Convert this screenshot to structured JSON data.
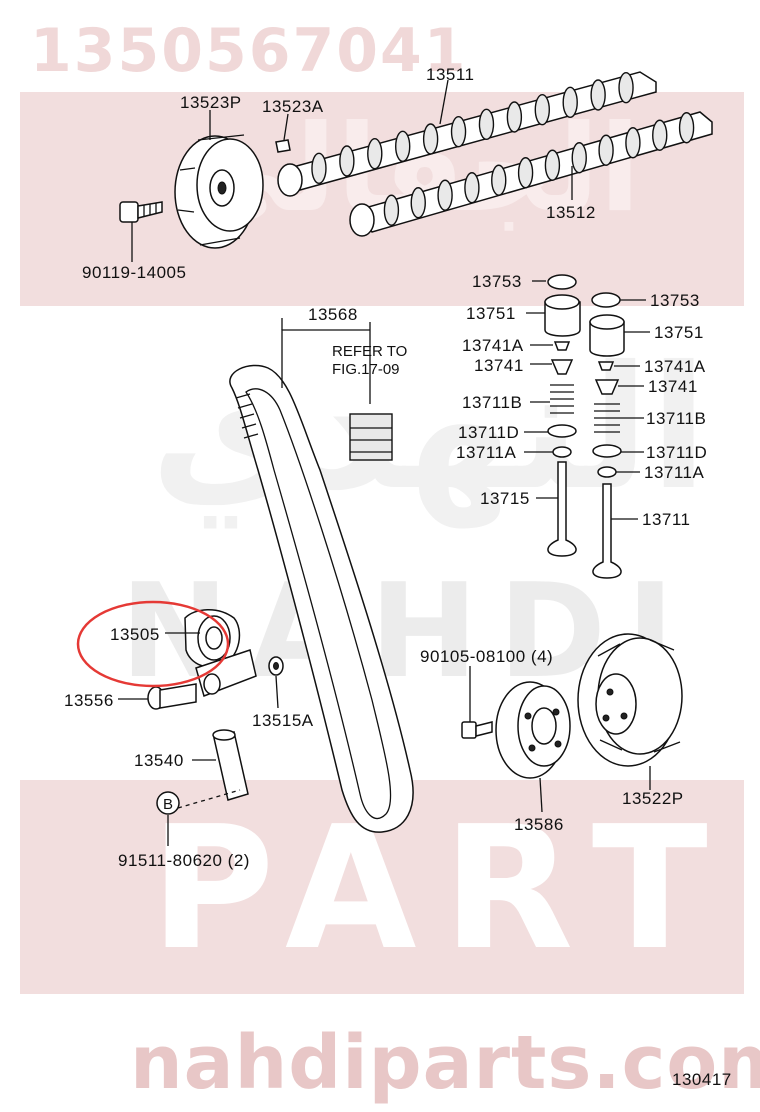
{
  "watermark": {
    "part_number": "1350567041",
    "arabic_top": "الجفالي",
    "arabic_mid": "النهدي",
    "nahdi": "NAHDI",
    "parts": "PARTS",
    "site": "nahdiparts.com"
  },
  "diagram": {
    "figure_id": "130417",
    "refer_note_line1": "REFER TO",
    "refer_note_line2": "FIG.17-09",
    "parts": [
      {
        "id": "p-13523P",
        "label": "13523P"
      },
      {
        "id": "p-13523A",
        "label": "13523A"
      },
      {
        "id": "p-13511",
        "label": "13511"
      },
      {
        "id": "p-13512",
        "label": "13512"
      },
      {
        "id": "p-90119-14005",
        "label": "90119-14005"
      },
      {
        "id": "p-13568",
        "label": "13568"
      },
      {
        "id": "p-13753-l",
        "label": "13753"
      },
      {
        "id": "p-13753-r",
        "label": "13753"
      },
      {
        "id": "p-13751-l",
        "label": "13751"
      },
      {
        "id": "p-13751-r",
        "label": "13751"
      },
      {
        "id": "p-13741A-l",
        "label": "13741A"
      },
      {
        "id": "p-13741A-r",
        "label": "13741A"
      },
      {
        "id": "p-13741-l",
        "label": "13741"
      },
      {
        "id": "p-13741-r",
        "label": "13741"
      },
      {
        "id": "p-13711B-l",
        "label": "13711B"
      },
      {
        "id": "p-13711B-r",
        "label": "13711B"
      },
      {
        "id": "p-13711D-l",
        "label": "13711D"
      },
      {
        "id": "p-13711D-r",
        "label": "13711D"
      },
      {
        "id": "p-13711A-l",
        "label": "13711A"
      },
      {
        "id": "p-13711A-r",
        "label": "13711A"
      },
      {
        "id": "p-13715",
        "label": "13715"
      },
      {
        "id": "p-13711",
        "label": "13711"
      },
      {
        "id": "p-13505",
        "label": "13505"
      },
      {
        "id": "p-13556",
        "label": "13556"
      },
      {
        "id": "p-13515A",
        "label": "13515A"
      },
      {
        "id": "p-90105-08100",
        "label": "90105-08100 (4)"
      },
      {
        "id": "p-13540",
        "label": "13540"
      },
      {
        "id": "p-B",
        "label": "B"
      },
      {
        "id": "p-91511-80620",
        "label": "91511-80620 (2)"
      },
      {
        "id": "p-13586",
        "label": "13586"
      },
      {
        "id": "p-13522P",
        "label": "13522P"
      }
    ],
    "highlight": {
      "part": "13505",
      "color": "#e53935"
    },
    "colors": {
      "ink": "#111111",
      "watermark_band": "#f2dede",
      "watermark_text": "#e8c7c7"
    }
  }
}
